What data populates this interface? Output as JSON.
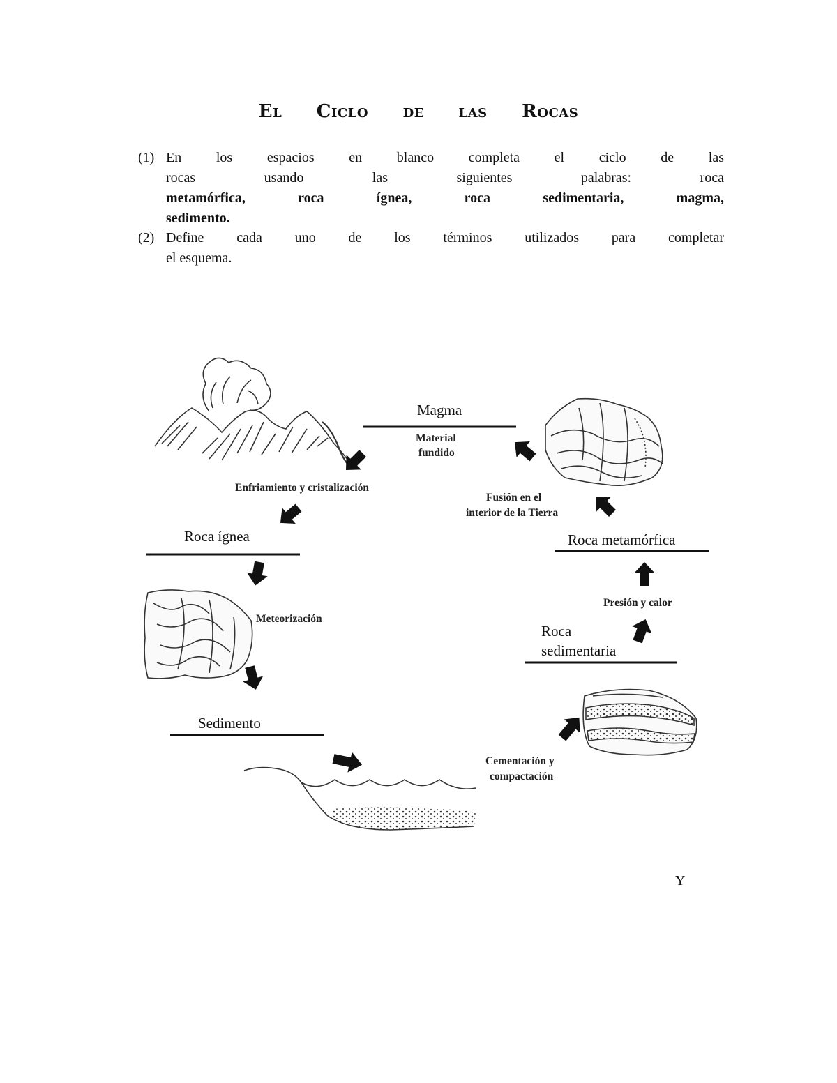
{
  "title": "El Ciclo de las Rocas",
  "instructions": {
    "item1": {
      "number": "(1)",
      "line1": "En los espacios en blanco completa el ciclo de las",
      "line2": "rocas usando las siguientes palabras: roca",
      "line3": "metamórfica, roca ígnea, roca sedimentaria, magma,",
      "line4": "sedimento."
    },
    "item2": {
      "number": "(2)",
      "line1": "Define cada uno de los términos utilizados para completar",
      "line2": "el esquema."
    }
  },
  "diagram": {
    "answers": {
      "magma": "Magma",
      "roca_ignea": "Roca ígnea",
      "roca_metamorfica": "Roca metamórfica",
      "roca_sedimentaria_1": "Roca",
      "roca_sedimentaria_2": "sedimentaria",
      "sedimento": "Sedimento"
    },
    "labels": {
      "material_1": "Material",
      "material_2": "fundido",
      "enfriamiento": "Enfriamiento y cristalización",
      "fusion_1": "Fusión en el",
      "fusion_2": "interior de la Tierra",
      "meteorizacion": "Meteorización",
      "presion": "Presión y calor",
      "cementacion_1": "Cementación y",
      "cementacion_2": "compactación"
    }
  },
  "footer_mark": "Y"
}
